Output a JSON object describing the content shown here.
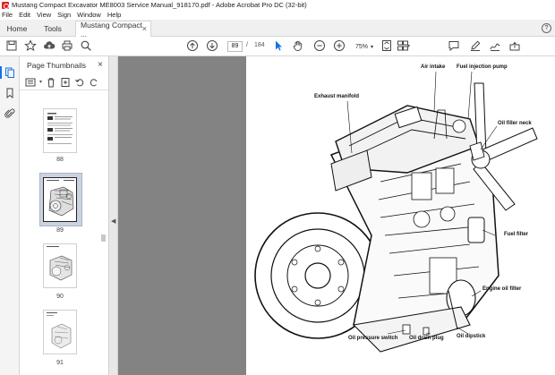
{
  "window": {
    "title": "Mustang Compact Excavator ME8003 Service Manual_918170.pdf - Adobe Acrobat Pro DC (32-bit)"
  },
  "menu": [
    "File",
    "Edit",
    "View",
    "Sign",
    "Window",
    "Help"
  ],
  "tabs": {
    "home": "Home",
    "tools": "Tools",
    "document": "Mustang Compact ...",
    "close_glyph": "×",
    "help_glyph": "?"
  },
  "toolbar": {
    "current_page": "89",
    "page_separator": "/",
    "total_pages": "184",
    "zoom": "75%",
    "icons": [
      "save-icon",
      "bookmark-star-icon",
      "cloud-upload-icon",
      "print-icon",
      "magnify-icon",
      "previous-page-icon",
      "next-page-icon",
      "select-arrow-icon",
      "hand-icon",
      "zoom-out-icon",
      "zoom-in-icon",
      "fit-page-icon",
      "scroll-mode-icon",
      "comment-icon",
      "pen-icon",
      "fill-sign-icon"
    ]
  },
  "left_rail": {
    "icons": [
      "page-thumbnails-icon",
      "bookmarks-icon",
      "attachments-icon"
    ]
  },
  "thumbnails_panel": {
    "title": "Page Thumbnails",
    "close_glyph": "×",
    "pages": [
      {
        "label": "88",
        "selected": false
      },
      {
        "label": "89",
        "selected": true
      },
      {
        "label": "90",
        "selected": false
      },
      {
        "label": "91",
        "selected": false
      }
    ]
  },
  "splitter": {
    "arrow_glyph": "◀"
  },
  "document": {
    "callouts": {
      "air_intake": "Air intake",
      "fuel_injection_pump": "Fuel injection pump",
      "exhaust_manifold": "Exhaust manifold",
      "oil_filler_neck": "Oil filler neck",
      "fuel_filter": "Fuel filter",
      "engine_oil_filter": "Engine oil filter",
      "oil_pressure_switch": "Oil pressure switch",
      "oil_drain_plug": "Oil drain plug",
      "oil_dipstick": "Oil dipstick"
    }
  },
  "colors": {
    "accent": "#1473e6",
    "acrobat_red": "#e2231a",
    "doc_background": "#838383"
  }
}
